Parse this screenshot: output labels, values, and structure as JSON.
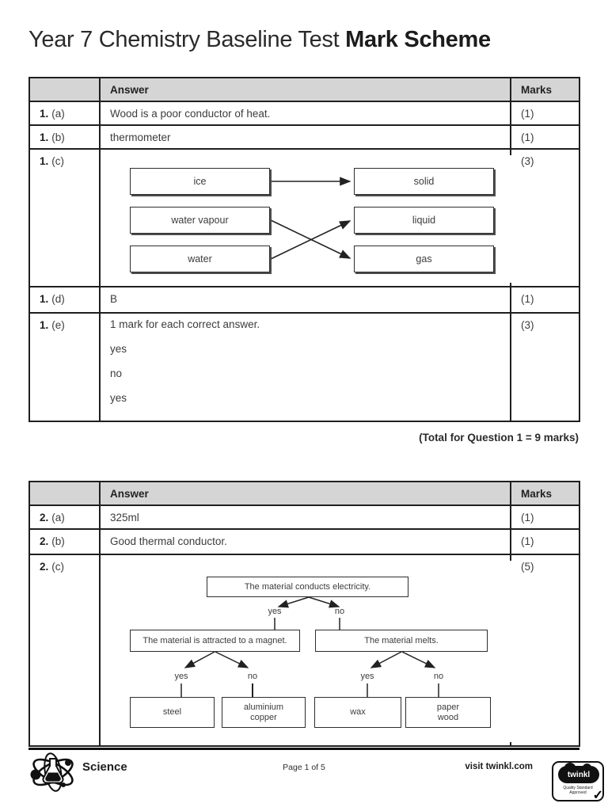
{
  "title": {
    "regular": "Year 7 Chemistry Baseline Test",
    "bold": "Mark Scheme"
  },
  "table1": {
    "header": {
      "answer": "Answer",
      "marks": "Marks"
    },
    "rows": {
      "a": {
        "num": "1.",
        "part": "(a)",
        "answer": "Wood is a poor conductor of heat.",
        "marks": "(1)"
      },
      "b": {
        "num": "1.",
        "part": "(b)",
        "answer": "thermometer",
        "marks": "(1)"
      },
      "c": {
        "num": "1.",
        "part": "(c)",
        "marks": "(3)"
      },
      "d": {
        "num": "1.",
        "part": "(d)",
        "answer": "B",
        "marks": "(1)"
      },
      "e": {
        "num": "1.",
        "part": "(e)",
        "line1": "1 mark for each correct answer.",
        "line2": "yes",
        "line3": "no",
        "line4": "yes",
        "marks": "(3)"
      }
    }
  },
  "matching": {
    "left": [
      "ice",
      "water vapour",
      "water"
    ],
    "right": [
      "solid",
      "liquid",
      "gas"
    ]
  },
  "total1": "(Total for Question 1 = 9 marks)",
  "table2": {
    "header": {
      "answer": "Answer",
      "marks": "Marks"
    },
    "rows": {
      "a": {
        "num": "2.",
        "part": "(a)",
        "answer": "325ml",
        "marks": "(1)"
      },
      "b": {
        "num": "2.",
        "part": "(b)",
        "answer": "Good thermal conductor.",
        "marks": "(1)"
      },
      "c": {
        "num": "2.",
        "part": "(c)",
        "marks": "(5)"
      }
    }
  },
  "flowchart": {
    "top": "The material conducts electricity.",
    "yes1": "yes",
    "no1": "no",
    "left_q": "The material is attracted to a magnet.",
    "right_q": "The material melts.",
    "yes2": "yes",
    "no2": "no",
    "yes3": "yes",
    "no3": "no",
    "leaf1": "steel",
    "leaf2a": "aluminium",
    "leaf2b": "copper",
    "leaf3": "wax",
    "leaf4a": "paper",
    "leaf4b": "wood"
  },
  "footer": {
    "subject": "Science",
    "page": "Page 1 of 5",
    "visit": "visit twinkl.com",
    "badge_brand": "twinkl",
    "badge_line1": "Quality Standard",
    "badge_line2": "Approved"
  },
  "colors": {
    "header_bg": "#d5d5d5",
    "border": "#1f1f1f",
    "text": "#3c3c3c"
  }
}
